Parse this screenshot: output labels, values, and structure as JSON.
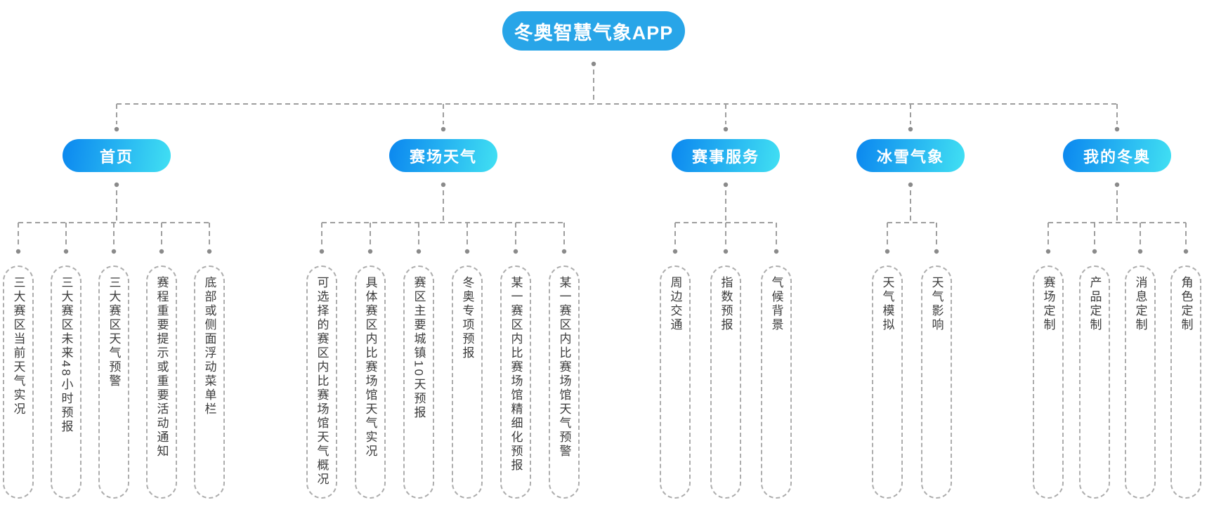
{
  "diagram": {
    "root": {
      "label": "冬奥智慧气象APP"
    },
    "branches": [
      {
        "label": "首页",
        "leaves": [
          "三大赛区当前天气实况",
          "三大赛区未来48小时预报",
          "三大赛区天气预警",
          "赛程重要提示或重要活动通知",
          "底部或侧面浮动菜单栏"
        ]
      },
      {
        "label": "赛场天气",
        "leaves": [
          "可选择的赛区内比赛场馆天气概况",
          "具体赛区内比赛场馆天气实况",
          "赛区主要城镇10天预报",
          "冬奥专项预报",
          "某一赛区内比赛场馆精细化预报",
          "某一赛区内比赛场馆天气预警"
        ]
      },
      {
        "label": "赛事服务",
        "leaves": [
          "周边交通",
          "指数预报",
          "气候背景"
        ]
      },
      {
        "label": "冰雪气象",
        "leaves": [
          "天气模拟",
          "天气影响"
        ]
      },
      {
        "label": "我的冬奥",
        "leaves": [
          "赛场定制",
          "产品定制",
          "消息定制",
          "角色定制"
        ]
      }
    ],
    "colors": {
      "root_fill": "#28a5e8",
      "branch_gradient_start": "#0b87ef",
      "branch_gradient_end": "#41e0f3",
      "node_text": "#ffffff",
      "leaf_text": "#3c3c3c",
      "connector": "#9e9e9e",
      "dot": "#8a8a8a",
      "leaf_border": "#adadad"
    }
  }
}
